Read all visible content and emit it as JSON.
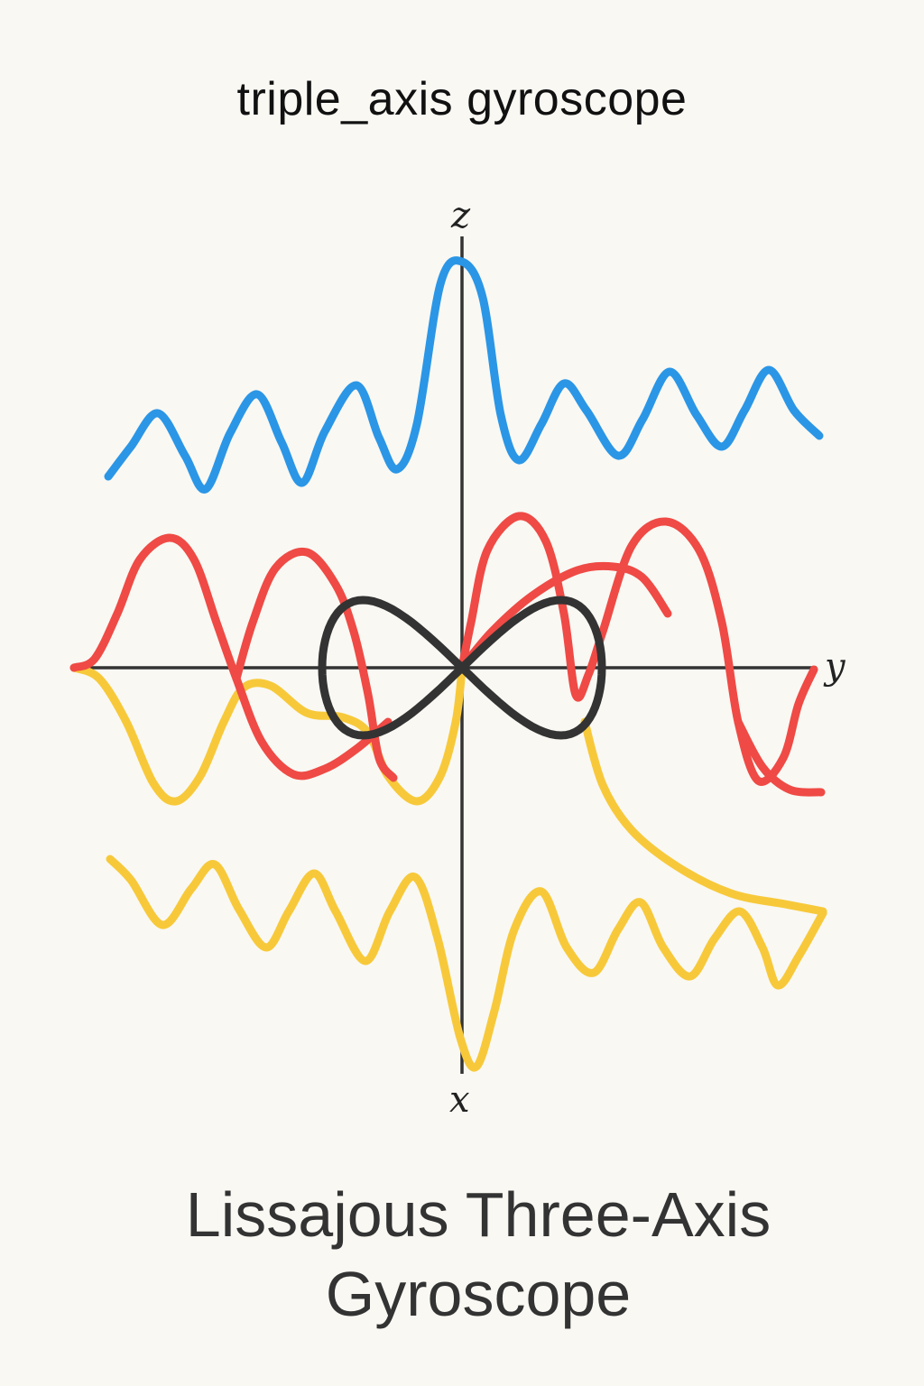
{
  "header": {
    "title": "triple_axis gyroscope"
  },
  "footer": {
    "title_line1": "Lissajous Three-Axis",
    "title_line2": "Gyroscope"
  },
  "axes": {
    "z_label": "z",
    "y_label": "y",
    "x_label": "x"
  },
  "colors": {
    "background": "#f9f8f3",
    "blue_wave": "#2b96e6",
    "red_wave": "#ef4a45",
    "yellow_wave": "#f7c93a",
    "figure_eight": "#333333",
    "axis": "#333333"
  }
}
